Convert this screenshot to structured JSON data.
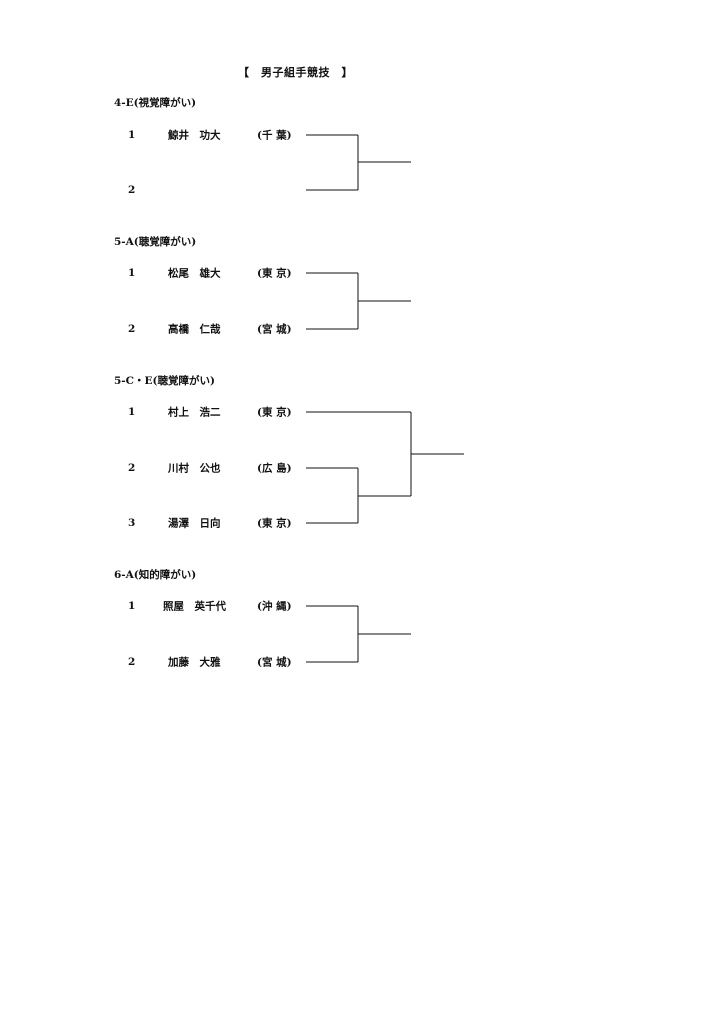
{
  "title": "【　男子組手競技　】",
  "categories": [
    {
      "label": "4-E(視覚障がい)",
      "entries": [
        {
          "no": "1",
          "name": "鯨井　功大",
          "pref": "(千 葉)"
        },
        {
          "no": "2",
          "name": "",
          "pref": ""
        }
      ]
    },
    {
      "label": "5-A(聴覚障がい)",
      "entries": [
        {
          "no": "1",
          "name": "松尾　雄大",
          "pref": "(東 京)"
        },
        {
          "no": "2",
          "name": "高橋　仁哉",
          "pref": "(宮 城)"
        }
      ]
    },
    {
      "label": "5-C・E(聴覚障がい)",
      "entries": [
        {
          "no": "1",
          "name": "村上　浩二",
          "pref": "(東 京)"
        },
        {
          "no": "2",
          "name": "川村　公也",
          "pref": "(広 島)"
        },
        {
          "no": "3",
          "name": "湯澤　日向",
          "pref": "(東 京)"
        }
      ]
    },
    {
      "label": "6-A(知的障がい)",
      "entries": [
        {
          "no": "1",
          "name": "照屋　英千代",
          "pref": "(沖 縄)"
        },
        {
          "no": "2",
          "name": "加藤　大雅",
          "pref": "(宮 城)"
        }
      ]
    }
  ]
}
